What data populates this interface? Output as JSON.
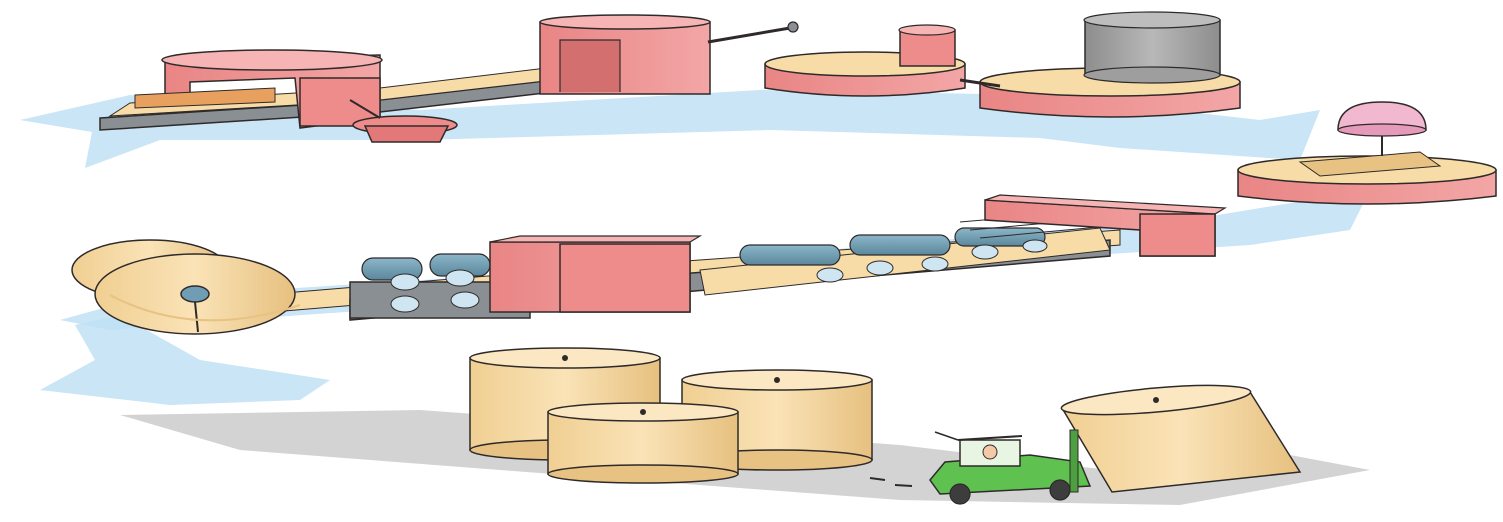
{
  "diagram": {
    "background": "#ffffff",
    "colors": {
      "flow_arrow_blue": "#bfe0f5",
      "flow_arrow_gray": "#c8c8c8",
      "machine_pink": "#ee8c8c",
      "machine_pink_light": "#f6b4b4",
      "paper_tan": "#f7dca8",
      "paper_tan_dark": "#e8c283",
      "roller_blue": "#6f9db4",
      "tank_gray": "#9e9e9e",
      "conveyor_gray": "#8a8f94",
      "forklift_green": "#5fc14f",
      "outline": "#2f2a2a"
    },
    "stages": [
      {
        "name": "pulp-tanks",
        "icon": "mixing-tank-icon"
      },
      {
        "name": "pulp-refiner",
        "icon": "refiner-tank-icon"
      },
      {
        "name": "forming-press",
        "icon": "press-machine-icon"
      },
      {
        "name": "dryer-calender-line",
        "icon": "roller-line-icon"
      },
      {
        "name": "reel-winder",
        "icon": "paper-reel-icon"
      },
      {
        "name": "finished-rolls",
        "icon": "paper-roll-icon"
      },
      {
        "name": "forklift-transport",
        "icon": "forklift-icon"
      }
    ]
  }
}
